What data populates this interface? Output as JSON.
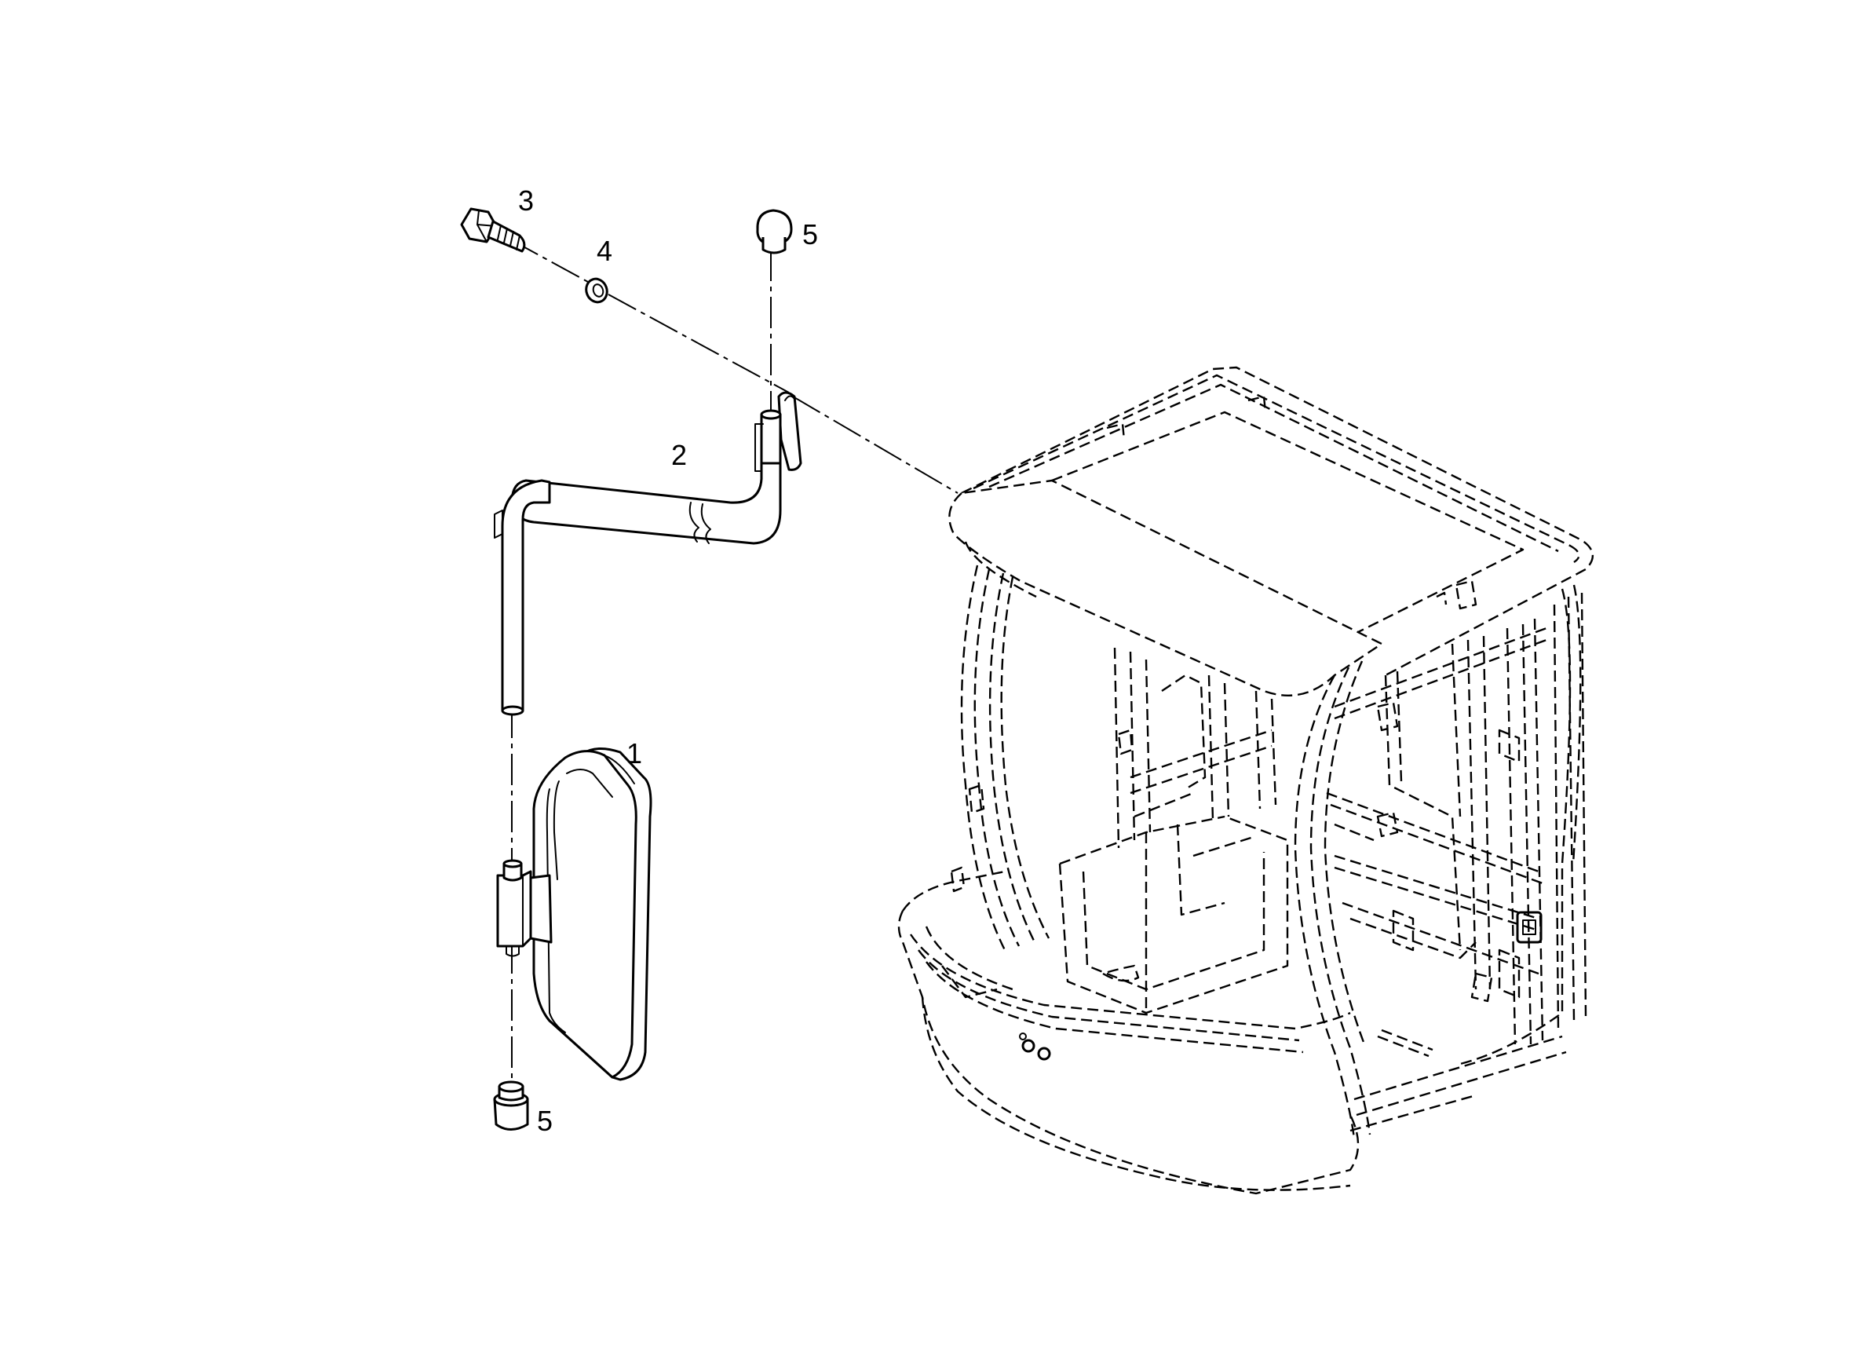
{
  "callouts": [
    {
      "id": "mirror",
      "text": "1"
    },
    {
      "id": "bracket",
      "text": "2"
    },
    {
      "id": "bolt",
      "text": "3"
    },
    {
      "id": "washer",
      "text": "4"
    },
    {
      "id": "cap-top",
      "text": "5"
    },
    {
      "id": "cap-bottom",
      "text": "5"
    }
  ],
  "icons": {
    "mirror": "mirror-icon",
    "bracket": "mirror-bracket-icon",
    "bolt": "bolt-icon",
    "washer": "washer-icon",
    "cap": "cap-icon",
    "cab": "operator-cab-icon"
  },
  "colors": {
    "line": "#000000",
    "background": "#ffffff"
  }
}
